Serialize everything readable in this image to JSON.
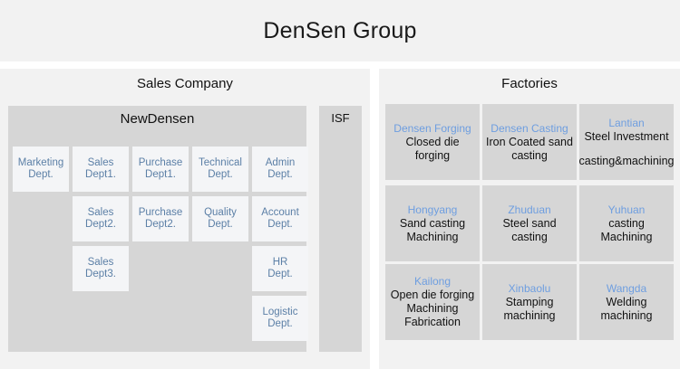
{
  "header": {
    "title": "DenSen Group"
  },
  "panels": {
    "sales": {
      "heading": "Sales Company",
      "company": {
        "name": "NewDensen",
        "departments": [
          {
            "label": "Marketing\nDept.",
            "col": 0,
            "row": 0
          },
          {
            "label": "Sales\nDept1.",
            "col": 1,
            "row": 0
          },
          {
            "label": "Purchase\nDept1.",
            "col": 2,
            "row": 0
          },
          {
            "label": "Technical\nDept.",
            "col": 3,
            "row": 0
          },
          {
            "label": "Admin\nDept.",
            "col": 4,
            "row": 0
          },
          {
            "label": "Sales\nDept2.",
            "col": 1,
            "row": 1
          },
          {
            "label": "Purchase\nDept2.",
            "col": 2,
            "row": 1
          },
          {
            "label": "Quality\nDept.",
            "col": 3,
            "row": 1
          },
          {
            "label": "Account\nDept.",
            "col": 4,
            "row": 1
          },
          {
            "label": "Sales\nDept3.",
            "col": 1,
            "row": 2
          },
          {
            "label": "HR\nDept.",
            "col": 4,
            "row": 2
          },
          {
            "label": "Logistic\nDept.",
            "col": 4,
            "row": 3
          }
        ]
      },
      "isf": {
        "name": "ISF"
      }
    },
    "factories": {
      "heading": "Factories",
      "cards": [
        {
          "name": "Densen Forging",
          "desc": "Closed die forging",
          "desc2": "",
          "col": 0,
          "row": 0
        },
        {
          "name": "Densen Casting",
          "desc": "Iron Coated sand casting",
          "desc2": "",
          "col": 1,
          "row": 0
        },
        {
          "name": "Lantian",
          "desc": "Steel Investment",
          "desc2": "casting&machining",
          "col": 2,
          "row": 0
        },
        {
          "name": "Hongyang",
          "desc": "Sand casting Machining",
          "desc2": "",
          "col": 0,
          "row": 1
        },
        {
          "name": "Zhuduan",
          "desc": "Steel sand casting",
          "desc2": "",
          "col": 1,
          "row": 1
        },
        {
          "name": "Yuhuan",
          "desc": "casting Machining",
          "desc2": "",
          "col": 2,
          "row": 1
        },
        {
          "name": "Kailong",
          "desc": "Open die forging Machining Fabrication",
          "desc2": "",
          "col": 0,
          "row": 2
        },
        {
          "name": "Xinbaolu",
          "desc": "Stamping machining",
          "desc2": "",
          "col": 1,
          "row": 2
        },
        {
          "name": "Wangda",
          "desc": "Welding machining",
          "desc2": "",
          "col": 2,
          "row": 2
        }
      ]
    }
  },
  "colors": {
    "page_background": "#ffffff",
    "panel_background": "#f2f2f2",
    "box_background": "#d6d6d6",
    "dept_background": "#f4f5f7",
    "dept_text": "#5b7fa6",
    "factory_title": "#6e9ee0",
    "body_text": "#111111"
  }
}
